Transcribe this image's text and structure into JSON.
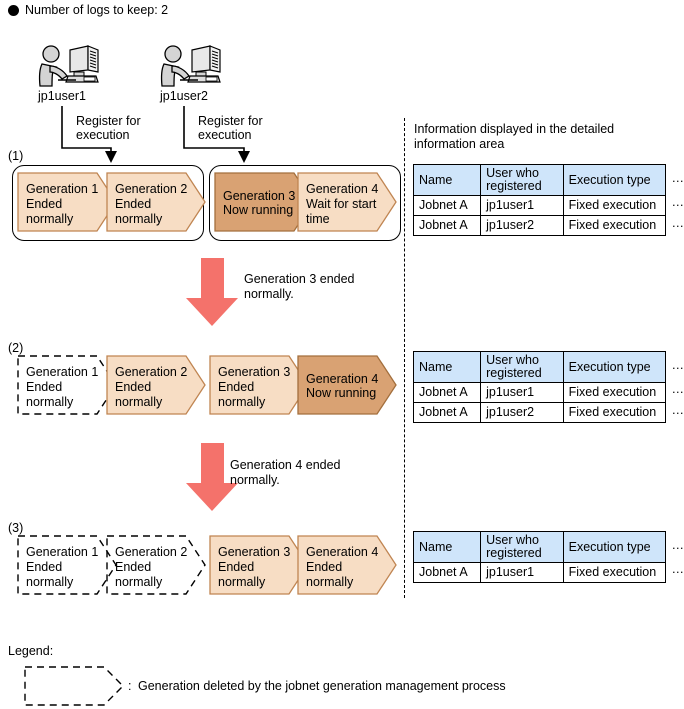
{
  "header": {
    "bullet_icon": "filled-circle-icon",
    "text": "Number of logs to keep: 2"
  },
  "users": [
    {
      "id": "jp1user1",
      "label": "jp1user1",
      "icon": "person-at-computer-icon",
      "register_label": "Register for\nexecution"
    },
    {
      "id": "jp1user2",
      "label": "jp1user2",
      "icon": "person-at-computer-icon",
      "register_label": "Register for\nexecution"
    }
  ],
  "table_caption": "Information displayed in the detailed\ninformation area",
  "table_columns": [
    "Name",
    "User who\nregistered",
    "Execution type"
  ],
  "overflow_marker": "…",
  "steps": [
    {
      "label": "(1)",
      "groups": [
        {
          "generations": [
            {
              "title": "Generation 1",
              "status": "Ended\nnormally",
              "state": "ended",
              "deleted": false
            },
            {
              "title": "Generation 2",
              "status": "Ended\nnormally",
              "state": "ended",
              "deleted": false
            }
          ]
        },
        {
          "generations": [
            {
              "title": "Generation 3",
              "status": "Now running",
              "state": "running",
              "deleted": false
            },
            {
              "title": "Generation 4",
              "status": "Wait for start\ntime",
              "state": "waiting",
              "deleted": false
            }
          ]
        }
      ],
      "table_rows": [
        [
          "Jobnet A",
          "jp1user1",
          "Fixed execution"
        ],
        [
          "Jobnet A",
          "jp1user2",
          "Fixed execution"
        ]
      ]
    },
    {
      "label": "(2)",
      "transition": "Generation 3 ended\nnormally.",
      "groups": [
        {
          "generations": [
            {
              "title": "Generation 1",
              "status": "Ended\nnormally",
              "state": "ended",
              "deleted": true
            },
            {
              "title": "Generation 2",
              "status": "Ended\nnormally",
              "state": "ended",
              "deleted": false
            },
            {
              "title": "Generation 3",
              "status": "Ended\nnormally",
              "state": "ended",
              "deleted": false
            },
            {
              "title": "Generation 4",
              "status": "Now running",
              "state": "running",
              "deleted": false
            }
          ]
        }
      ],
      "table_rows": [
        [
          "Jobnet A",
          "jp1user1",
          "Fixed execution"
        ],
        [
          "Jobnet A",
          "jp1user2",
          "Fixed execution"
        ]
      ]
    },
    {
      "label": "(3)",
      "transition": "Generation 4 ended\nnormally.",
      "groups": [
        {
          "generations": [
            {
              "title": "Generation 1",
              "status": "Ended\nnormally",
              "state": "ended",
              "deleted": true
            },
            {
              "title": "Generation 2",
              "status": "Ended\nnormally",
              "state": "ended",
              "deleted": true
            },
            {
              "title": "Generation 3",
              "status": "Ended\nnormally",
              "state": "ended",
              "deleted": false
            },
            {
              "title": "Generation 4",
              "status": "Ended\nnormally",
              "state": "ended",
              "deleted": false
            }
          ]
        }
      ],
      "table_rows": [
        [
          "Jobnet A",
          "jp1user1",
          "Fixed execution"
        ]
      ]
    }
  ],
  "legend": {
    "title": "Legend:",
    "separator": ":",
    "description": "Generation deleted by the jobnet generation management process"
  },
  "colors": {
    "gen_ended": "#f7ddc4",
    "gen_running": "#d9a273",
    "gen_border": "#c08552",
    "transition_arrow": "#f4726b",
    "table_header": "#cfe5fa",
    "line": "#000000"
  }
}
